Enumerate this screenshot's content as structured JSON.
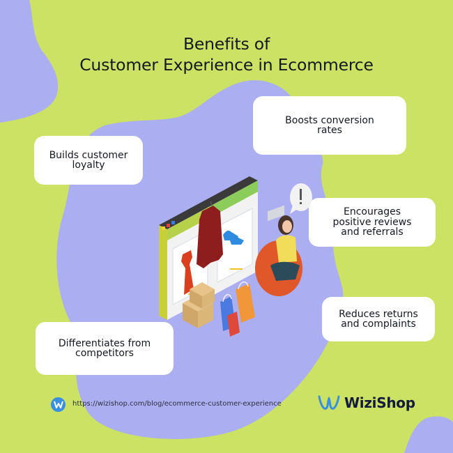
{
  "title": {
    "line1": "Benefits of",
    "line2": "Customer Experience in Ecommerce"
  },
  "benefits": [
    {
      "id": "loyalty",
      "line1": "Builds customer",
      "line2": "loyalty"
    },
    {
      "id": "conversion",
      "line1": "Boosts conversion",
      "line2": "rates"
    },
    {
      "id": "reviews",
      "line1": "Encourages",
      "line2": "positive reviews",
      "line3": "and referrals"
    },
    {
      "id": "returns",
      "line1": "Reduces returns",
      "line2": "and complaints"
    },
    {
      "id": "differentiates",
      "line1": "Differentiates from",
      "line2": "competitors"
    }
  ],
  "illustration": {
    "description": "isometric online shopping illustration: browser window with dress, coat and sneakers, woman on bean bag with laptop, exclamation speech bubble, cardboard boxes and shopping bags"
  },
  "footer": {
    "url": "https://wizishop.com/blog/ecommerce-customer-experience",
    "brand": "WiziShop"
  },
  "colors": {
    "background": "#cbe264",
    "blob": "#acaef2",
    "card": "#ffffff",
    "text": "#141820",
    "brand_blue": "#3b8fe0",
    "brand_text": "#141a3c"
  }
}
